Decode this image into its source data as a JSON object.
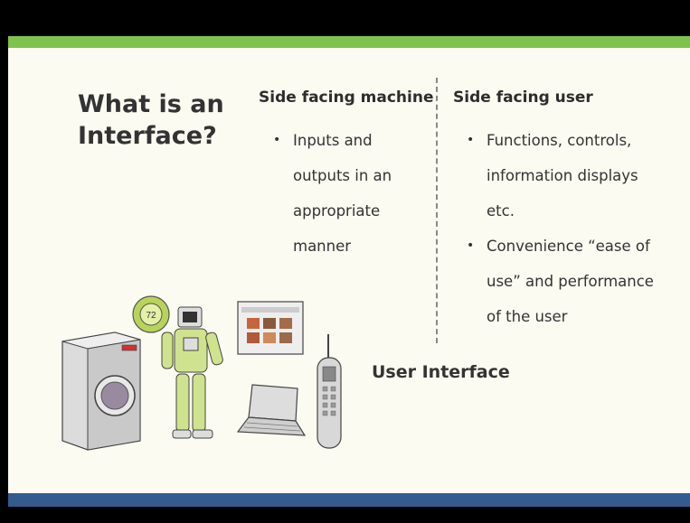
{
  "slide": {
    "title": "What is an Interface?",
    "left_column": {
      "heading": "Side facing machine",
      "bullets": [
        "Inputs and outputs in an appropriate manner"
      ]
    },
    "right_column": {
      "heading": "Side facing user",
      "bullets": [
        "Functions, controls, information displays etc.",
        "Convenience “ease of use” and performance of the user"
      ]
    },
    "illustration_caption": "User Interface",
    "thermostat_value": "72"
  },
  "colors": {
    "accent_green": "#7ec34b",
    "accent_blue": "#345a8e",
    "background": "#fbfbf2"
  }
}
